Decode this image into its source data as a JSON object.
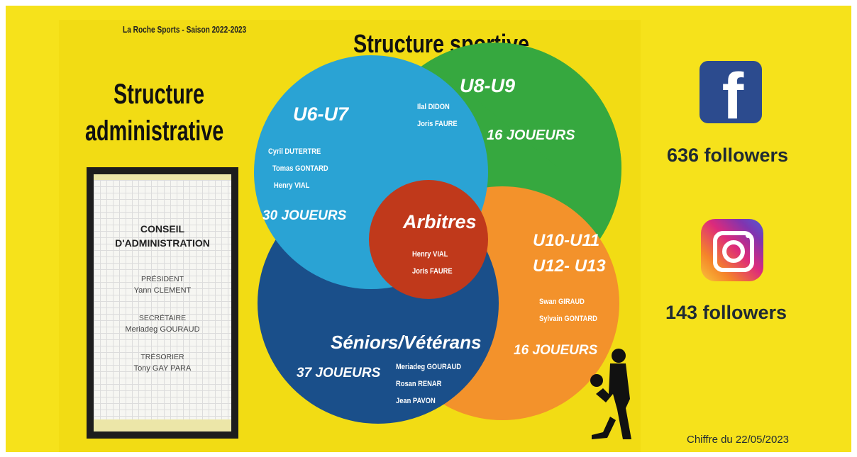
{
  "header": {
    "subtitle": "La Roche Sports - Saison 2022-2023",
    "sport_title": "Structure sportive",
    "admin_title_line1": "Structure",
    "admin_title_line2": "administrative"
  },
  "board": {
    "heading_line1": "CONSEIL",
    "heading_line2": "D'ADMINISTRATION",
    "roles": [
      {
        "title": "PRÉSIDENT",
        "name": "Yann CLEMENT"
      },
      {
        "title": "SECRÉTAIRE",
        "name": "Meriadeg GOURAUD"
      },
      {
        "title": "TRÉSORIER",
        "name": "Tony GAY PARA"
      }
    ]
  },
  "groups": {
    "u6u7": {
      "label": "U6-U7",
      "coaches": [
        "Cyril DUTERTRE",
        "Tomas GONTARD",
        "Henry VIAL"
      ],
      "players": "30 JOUEURS",
      "color": "#2aa3d4"
    },
    "u8u9": {
      "label": "U8-U9",
      "coaches": [
        "Ilal DIDON",
        "Joris FAURE"
      ],
      "players": "16 JOUEURS",
      "color": "#36a83f"
    },
    "u10u13": {
      "label_line1": "U10-U11",
      "label_line2": "U12- U13",
      "coaches": [
        "Swan GIRAUD",
        "Sylvain GONTARD"
      ],
      "players": "16 JOUEURS",
      "color": "#f3922b"
    },
    "seniors": {
      "label": "Séniors/Vétérans",
      "coaches": [
        "Meriadeg GOURAUD",
        "Rosan RENAR",
        "Jean PAVON"
      ],
      "players": "37 JOUEURS",
      "color": "#1a4f8a"
    },
    "arbitres": {
      "label": "Arbitres",
      "members": [
        "Henry VIAL",
        "Joris FAURE"
      ],
      "color": "#c0391b"
    }
  },
  "social": {
    "facebook": {
      "icon": "facebook-icon",
      "followers": "636 followers",
      "color": "#2c4b8e"
    },
    "instagram": {
      "icon": "instagram-icon",
      "followers": "143 followers"
    }
  },
  "footer": {
    "date": "Chiffre du 22/05/2023"
  }
}
